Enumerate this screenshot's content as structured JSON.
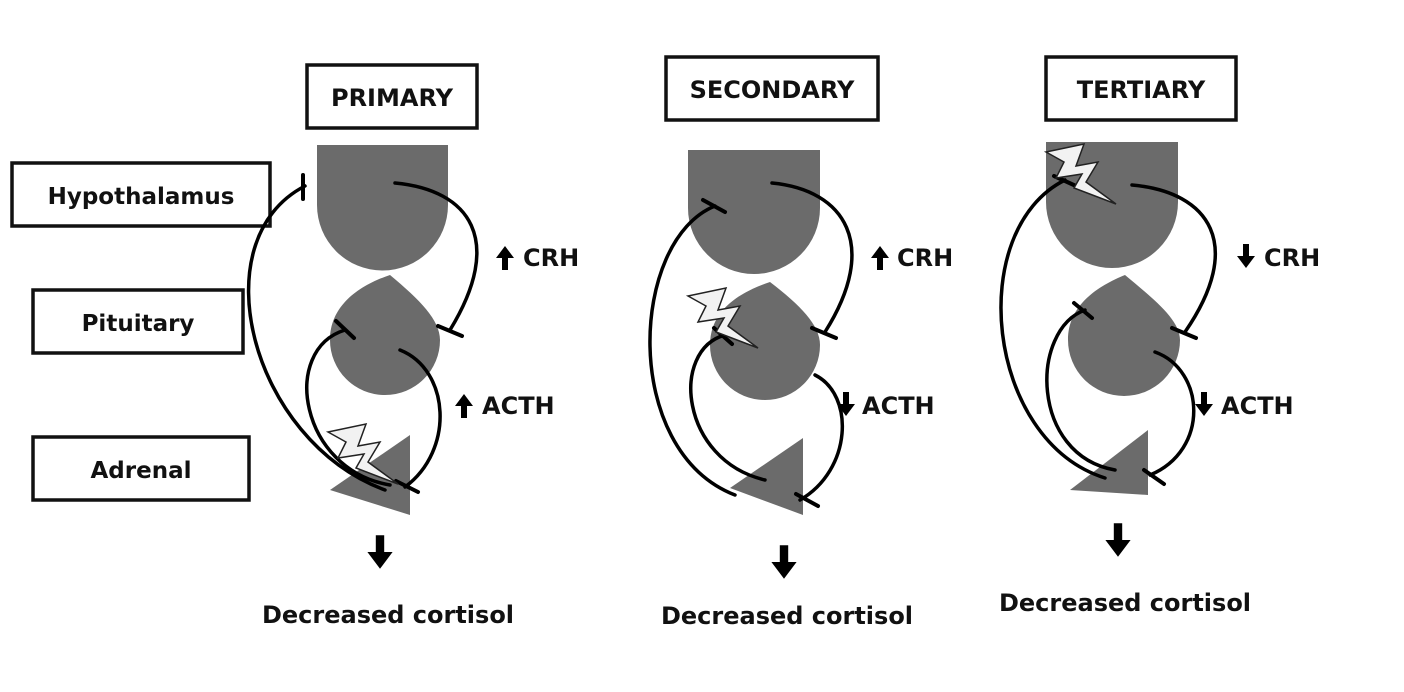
{
  "organs": {
    "hypothalamus": "Hypothalamus",
    "pituitary": "Pituitary",
    "adrenal": "Adrenal"
  },
  "panels": [
    {
      "title": "PRIMARY",
      "crh": "CRH",
      "crh_dir": "up",
      "acth": "ACTH",
      "acth_dir": "up",
      "outcome": "Decreased cortisol",
      "lesion": "adrenal"
    },
    {
      "title": "SECONDARY",
      "crh": "CRH",
      "crh_dir": "up",
      "acth": "ACTH",
      "acth_dir": "down",
      "outcome": "Decreased cortisol",
      "lesion": "pituitary"
    },
    {
      "title": "TERTIARY",
      "crh": "CRH",
      "crh_dir": "down",
      "acth": "ACTH",
      "acth_dir": "down",
      "outcome": "Decreased cortisol",
      "lesion": "hypothalamus"
    }
  ],
  "colors": {
    "organ": "#6b6b6b",
    "lesion": "#f2f2f2",
    "line": "#000000"
  }
}
